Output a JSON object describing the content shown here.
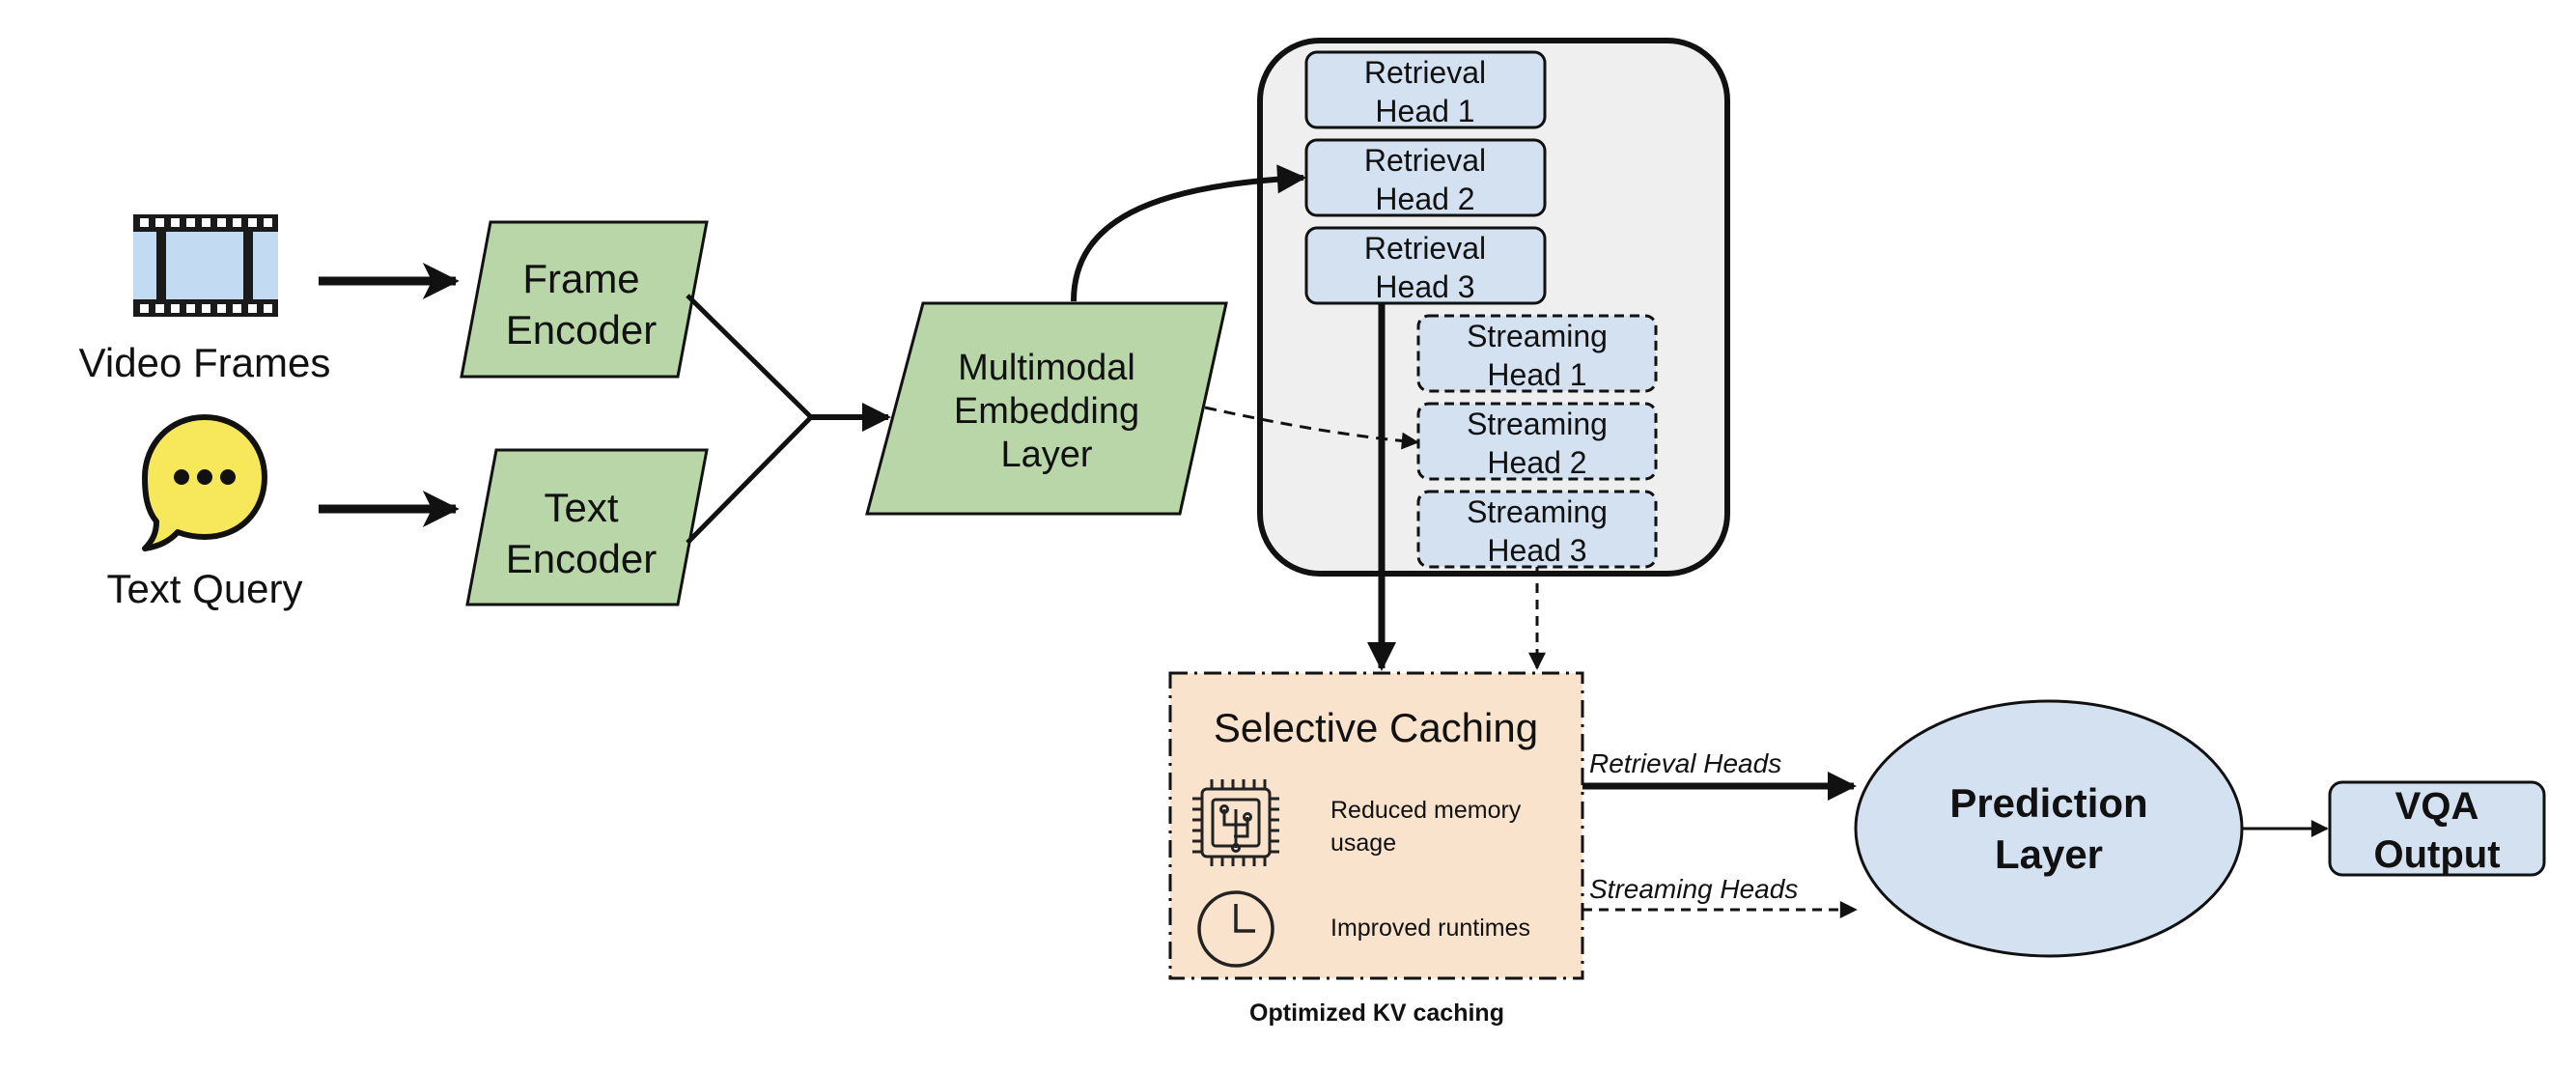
{
  "inputs": {
    "video": {
      "label": "Video Frames",
      "icon": "film-strip-icon"
    },
    "text": {
      "label": "Text Query",
      "icon": "speech-bubble-icon"
    }
  },
  "encoders": {
    "frame": [
      "Frame",
      "Encoder"
    ],
    "text": [
      "Text",
      "Encoder"
    ]
  },
  "embedding": [
    "Multimodal",
    "Embedding",
    "Layer"
  ],
  "heads": {
    "retrieval": [
      [
        "Retrieval",
        "Head 1"
      ],
      [
        "Retrieval",
        "Head 2"
      ],
      [
        "Retrieval",
        "Head 3"
      ]
    ],
    "streaming": [
      [
        "Streaming",
        "Head 1"
      ],
      [
        "Streaming",
        "Head 2"
      ],
      [
        "Streaming",
        "Head 3"
      ]
    ]
  },
  "caching": {
    "title": "Selective Caching",
    "benefits": [
      {
        "icon": "chip-icon",
        "lines": [
          "Reduced memory",
          "usage"
        ]
      },
      {
        "icon": "clock-icon",
        "lines": [
          "Improved runtimes"
        ]
      }
    ],
    "caption": "Optimized KV caching"
  },
  "edges": {
    "retrieval_label": "Retrieval Heads",
    "streaming_label": "Streaming Heads"
  },
  "prediction": [
    "Prediction",
    "Layer"
  ],
  "output": [
    "VQA",
    "Output"
  ],
  "colors": {
    "encoder_fill": "#b9d6a8",
    "head_fill": "#d3e1f1",
    "panel_fill": "#efefef",
    "caching_fill": "#f9e3cc",
    "prediction_fill": "#d3e1f1",
    "bubble_fill": "#f7e85b",
    "film_fill": "#c2dbf2",
    "stroke": "#111111"
  }
}
